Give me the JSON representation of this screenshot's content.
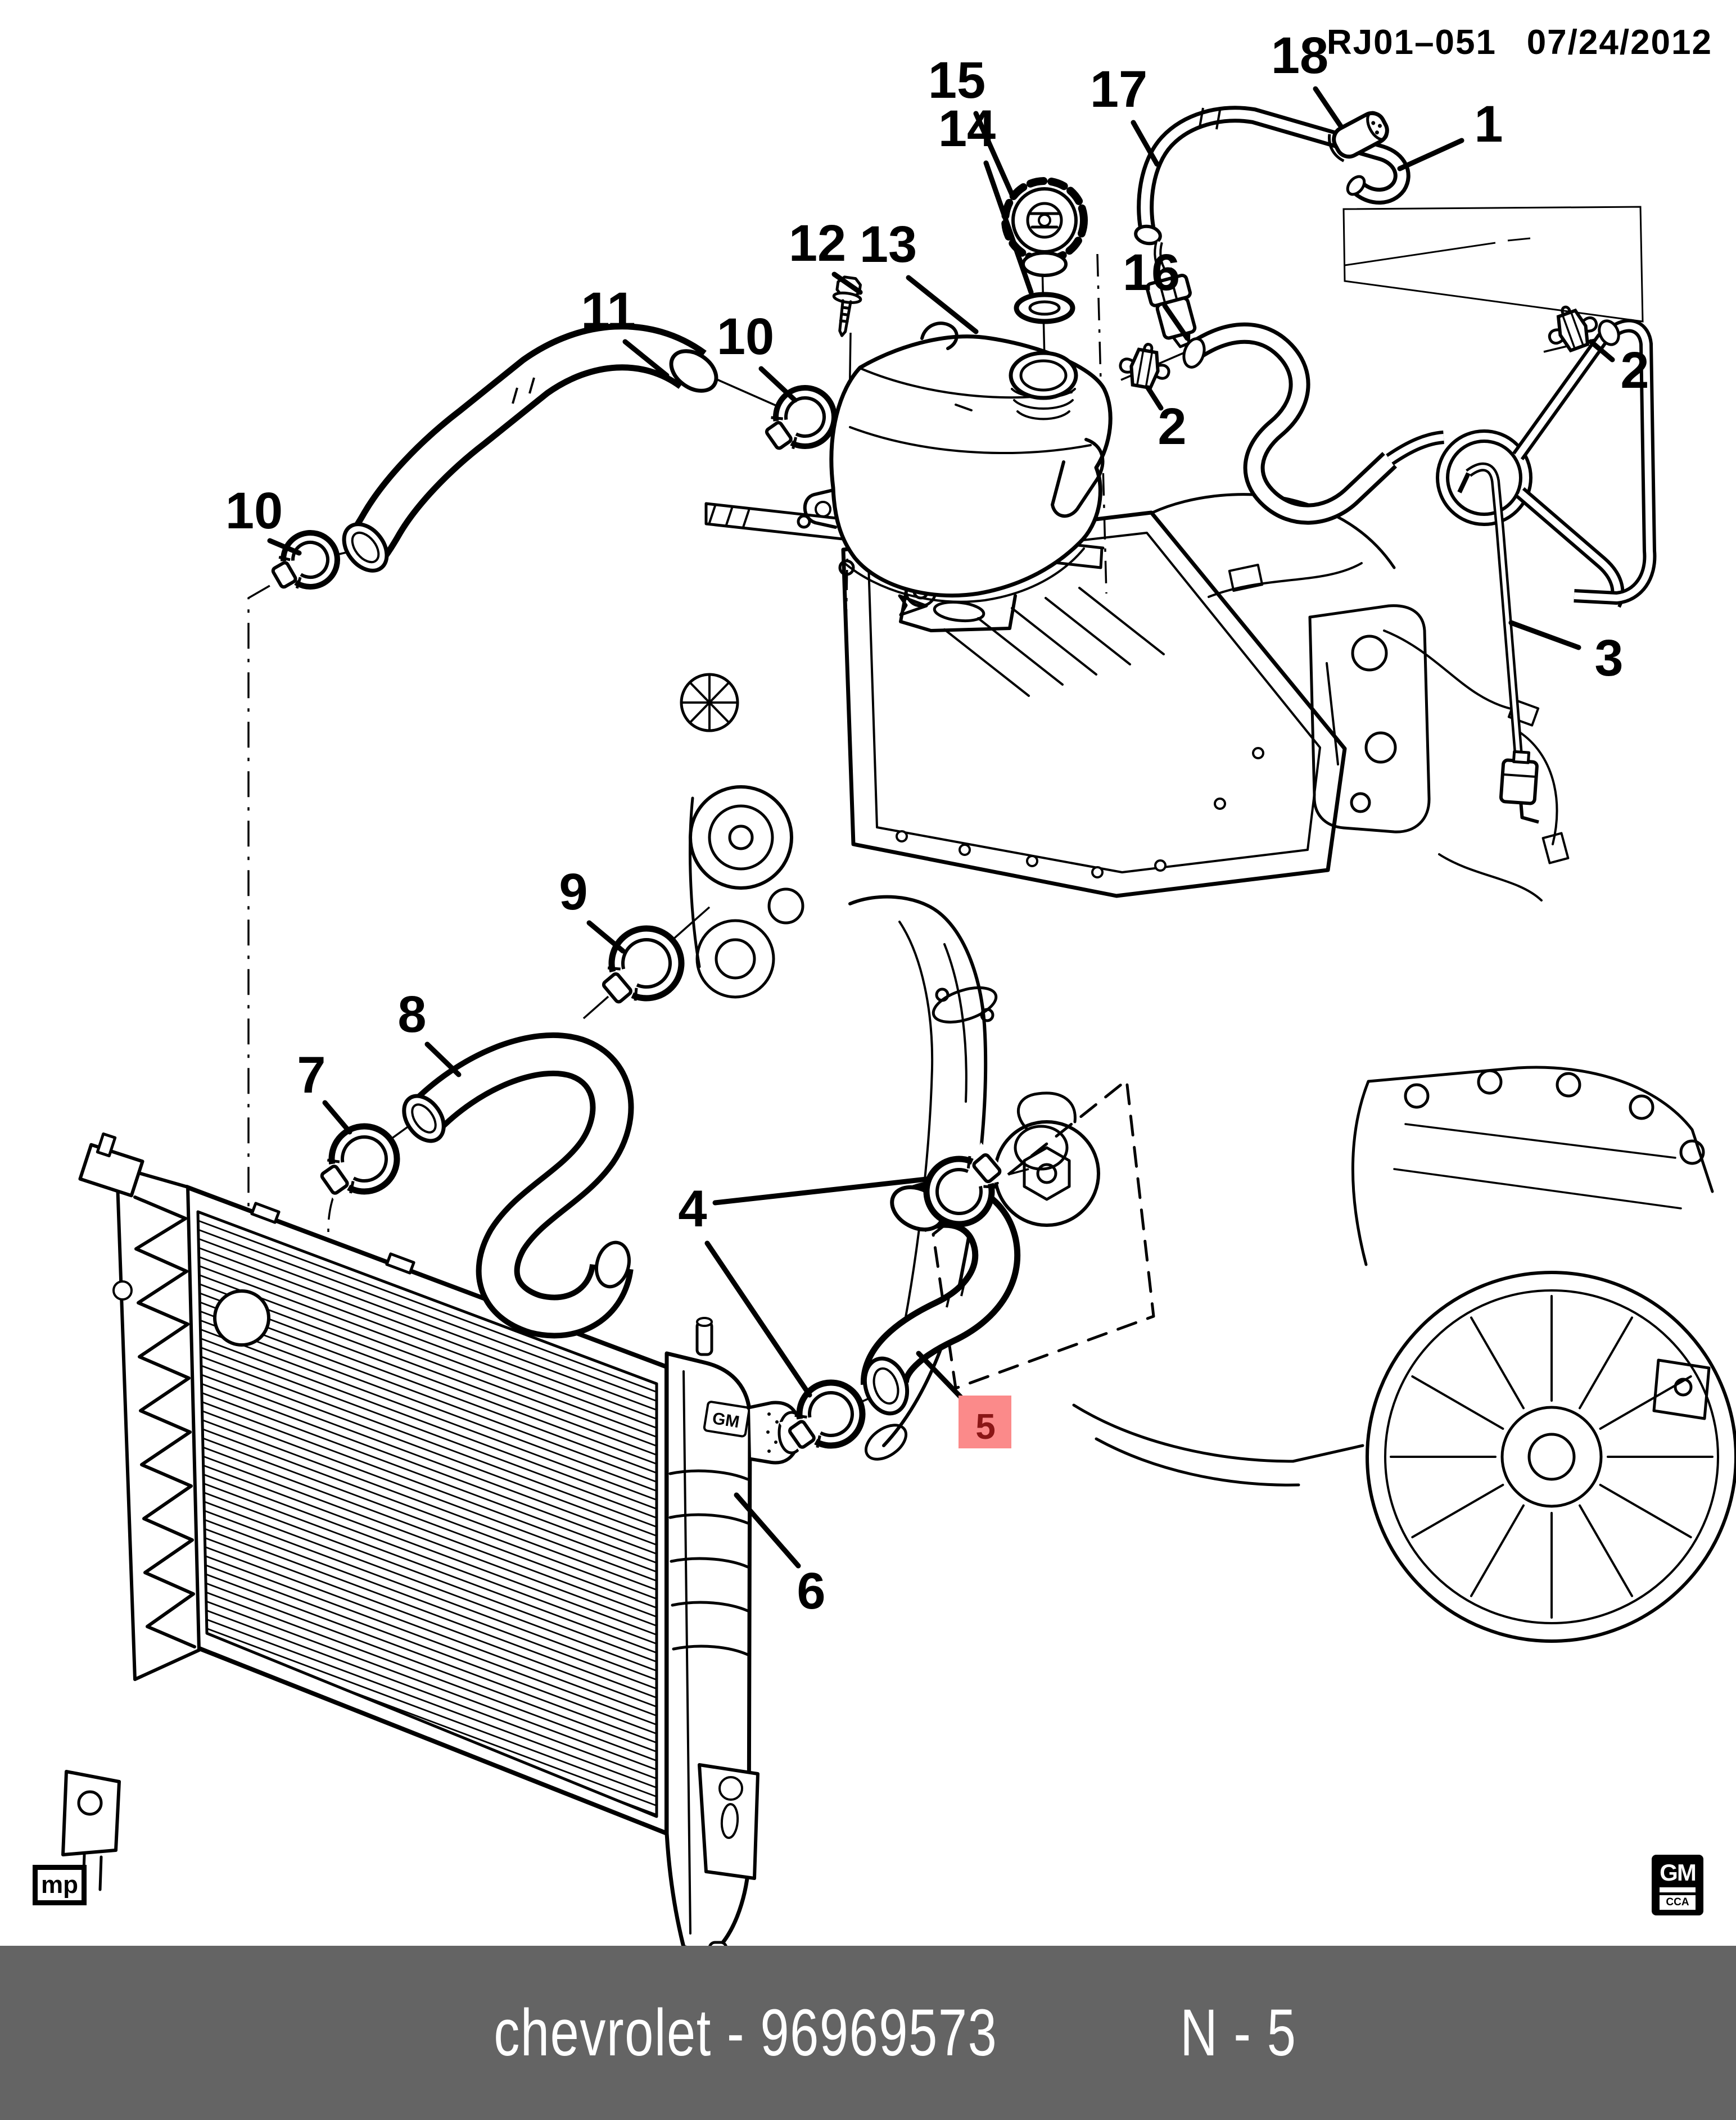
{
  "header": {
    "drawing_number": "RJ01–051",
    "date": "07/24/2012"
  },
  "footer": {
    "brand_part": "chevrolet - 96969573",
    "page_ref": "N - 5"
  },
  "stamps": {
    "mp": "mp",
    "gm_logo": "GM",
    "gm_logo_sub": "CCA",
    "tank_emboss": "GM"
  },
  "selected_part": {
    "callout": "5",
    "highlight_color": "#fb8a8a",
    "text_color": "#8a1616"
  },
  "callouts": {
    "n1": "1",
    "n2": "2",
    "n3": "3",
    "n4": "4",
    "n5": "5",
    "n6": "6",
    "n7": "7",
    "n8": "8",
    "n9": "9",
    "n10": "10",
    "n11": "11",
    "n12": "12",
    "n13": "13",
    "n14": "14",
    "n15": "15",
    "n16": "16",
    "n17": "17",
    "n18": "18"
  }
}
